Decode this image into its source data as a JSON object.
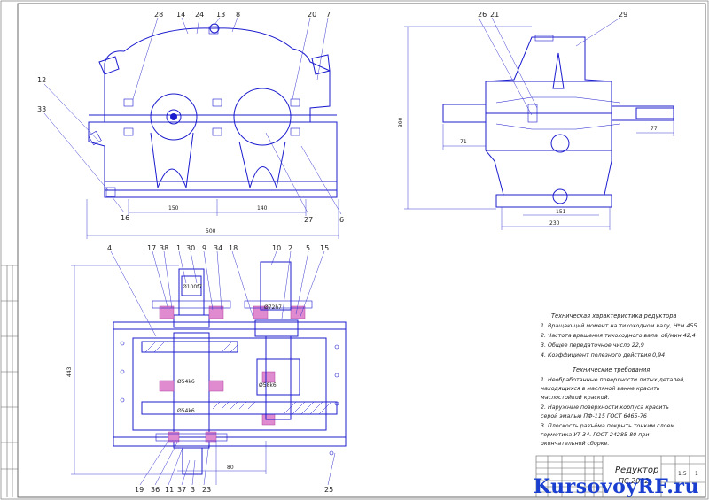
{
  "labels": {
    "front": [
      "28",
      "14",
      "24",
      "13",
      "8",
      "20",
      "7",
      "12",
      "33",
      "16",
      "27",
      "6"
    ],
    "side": [
      "26",
      "21",
      "29"
    ],
    "plan_top": [
      "4",
      "17",
      "38",
      "1",
      "30",
      "9",
      "34",
      "18",
      "10",
      "2",
      "5",
      "15"
    ],
    "plan_bottom": [
      "19",
      "36",
      "11",
      "37",
      "3",
      "23",
      "25"
    ]
  },
  "dims": {
    "front_150": "150",
    "front_140": "140",
    "front_500": "500",
    "side_390": "390",
    "side_71": "71",
    "side_77": "77",
    "side_151": "151",
    "side_230": "230",
    "plan_443": "443",
    "plan_fit_top": "Ø100f7",
    "plan_fit_mid": "Ø72h7",
    "plan_fit_bearing1": "Ø54k6",
    "plan_fit_bearing2": "Ø58k6",
    "plan_fit_bearing3": "Ø54k6",
    "plan_80": "80"
  },
  "tech_char": {
    "title": "Техническая характеристика редуктора",
    "items": [
      "1. Вращающий момент на тихоходном валу, Н*м  455",
      "2. Частота вращения тихоходного вала, об/мин  42,4",
      "3. Общее передаточное число 22,9",
      "4. Коэффициент полезного действия 0,94"
    ]
  },
  "tech_req": {
    "title": "Технические требования",
    "items": [
      "1. Необработанные поверхности литых деталей,",
      "находящихся в масляной ванне красить",
      "маслостойкой краской.",
      "2. Наружные поверхности корпуса красить",
      "серой эмалью ПФ-115 ГОСТ 6465-76",
      "3. Плоскость разъёма покрыть тонким слоем",
      "герметика УТ-34.  ГОСТ 24285-80 при",
      "окончательной сборке."
    ]
  },
  "title_block": {
    "name": "Редуктор",
    "code": "ПС.2022",
    "scale": "1:5",
    "sheet": "1"
  },
  "watermark": "KursovoyRF.ru"
}
